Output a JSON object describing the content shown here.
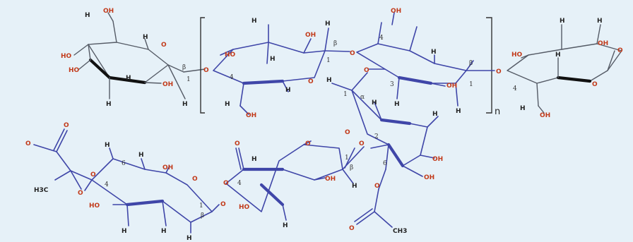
{
  "colors": {
    "background": "#e6f1f8",
    "backbone_sugar": "#3f46a8",
    "end_sugar": "#111111",
    "oxygen": "#c23a1a"
  },
  "labels": {
    "oh": "OH",
    "ho": "HO",
    "h": "H",
    "o": "O",
    "ch3": "CH3",
    "h3c": "H3C",
    "repeat_n": "n",
    "beta": "β",
    "alpha": "α",
    "c1": "1",
    "c2": "2",
    "c3": "3",
    "c4": "4",
    "c6": "6"
  }
}
